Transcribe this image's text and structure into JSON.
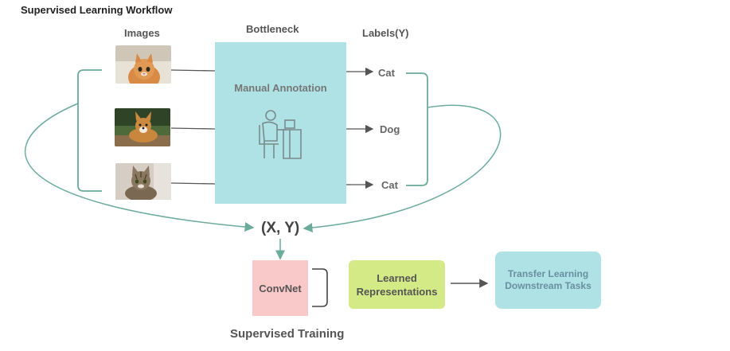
{
  "title": "Supervised Learning Workflow",
  "headers": {
    "images": "Images",
    "bottleneck": "Bottleneck",
    "labels": "Labels(Y)"
  },
  "bottleneck_box": {
    "label": "Manual Annotation",
    "icon": "person-at-computer-icon"
  },
  "images": [
    {
      "subject": "orange-cat-photo"
    },
    {
      "subject": "corgi-dog-photo"
    },
    {
      "subject": "tabby-cat-photo"
    }
  ],
  "labels": [
    "Cat",
    "Dog",
    "Cat"
  ],
  "pair": "(X, Y)",
  "convnet": "ConvNet",
  "learned": {
    "line1": "Learned",
    "line2": "Representations"
  },
  "transfer": {
    "line1": "Transfer Learning",
    "line2": "Downstream Tasks"
  },
  "training": "Supervised Training",
  "colors": {
    "teal_box": "#aee2e4",
    "arrow_teal": "#6aab9c",
    "convnet_pink": "#f9c8c8",
    "learned_green": "#d4ea86",
    "arrow_gray": "#555555"
  }
}
